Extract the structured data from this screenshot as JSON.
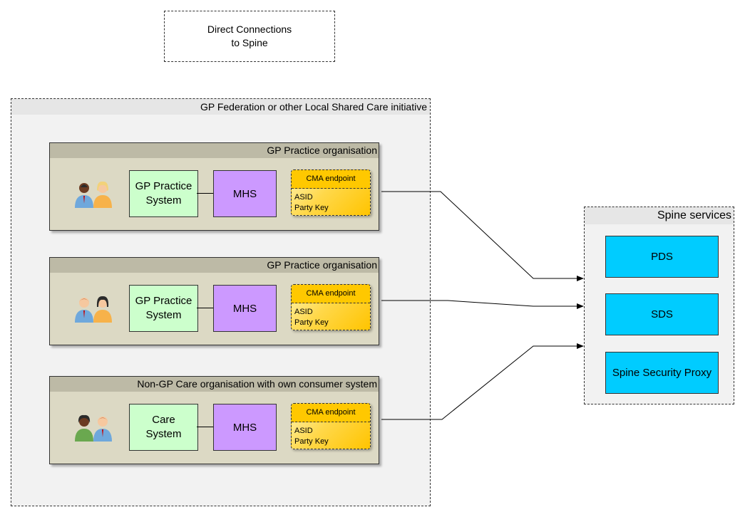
{
  "title": {
    "line1": "Direct Connections",
    "line2": "to Spine"
  },
  "federation": {
    "label": "GP Federation or other Local Shared Care initiative"
  },
  "orgs": [
    {
      "label": "GP Practice organisation",
      "system": [
        "GP Practice",
        "System"
      ],
      "mhs": "MHS",
      "endpoint": {
        "title": "CMA endpoint",
        "line1": "ASID",
        "line2": "Party Key"
      }
    },
    {
      "label": "GP Practice organisation",
      "system": [
        "GP Practice",
        "System"
      ],
      "mhs": "MHS",
      "endpoint": {
        "title": "CMA endpoint",
        "line1": "ASID",
        "line2": "Party Key"
      }
    },
    {
      "label": "Non-GP Care organisation with own consumer system",
      "system": [
        "Care",
        "System"
      ],
      "mhs": "MHS",
      "endpoint": {
        "title": "CMA endpoint",
        "line1": "ASID",
        "line2": "Party Key"
      }
    }
  ],
  "spine": {
    "label": "Spine services",
    "services": [
      "PDS",
      "SDS",
      "Spine Security Proxy"
    ]
  },
  "colors": {
    "system": "#ccffcc",
    "mhs": "#cc99ff",
    "endpoint": "#ffc800",
    "service": "#00ccff",
    "org": "#dcd9c4",
    "org_header": "#bdbaa6"
  }
}
